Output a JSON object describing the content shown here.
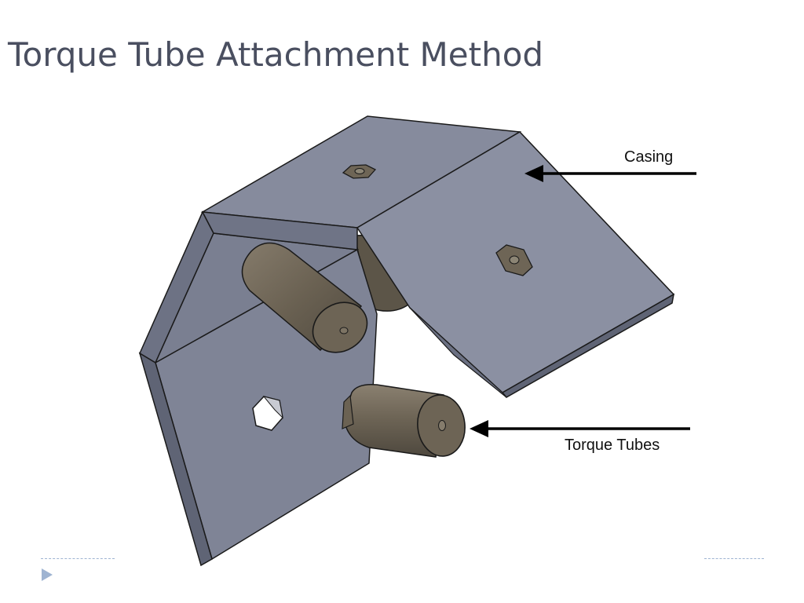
{
  "slide": {
    "title": "Torque Tube Attachment Method"
  },
  "callouts": {
    "casing": "Casing",
    "torque_tubes": "Torque Tubes"
  },
  "colors": {
    "title_text": "#4a4f60",
    "casing_face": "#858a9c",
    "tube_body": "#6e6556",
    "footer_accent": "#9fb4d2"
  },
  "icons": {
    "slide_bullet": "triangle-right-icon"
  }
}
